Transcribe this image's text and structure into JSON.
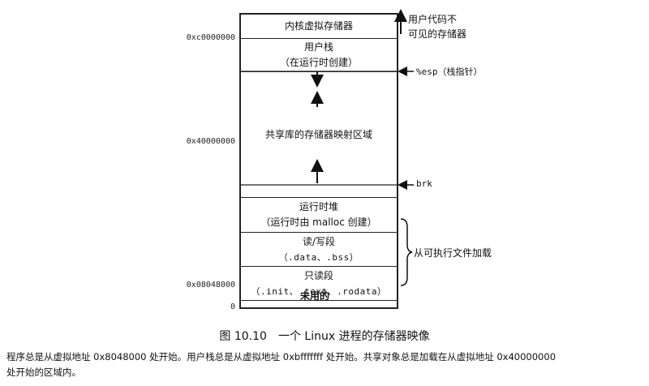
{
  "segments": {
    "kernel": "内核虚拟存储器",
    "stack_l1": "用户栈",
    "stack_l2": "（在运行时创建）",
    "shared": "共享库的存储器映射区域",
    "heap_l1": "运行时堆",
    "heap_l2": "（运行时由 malloc 创建）",
    "rw_l1": "读/写段",
    "rw_l2": "（.data、.bss）",
    "ro_l1": "只读段",
    "ro_l2": "（.init、.text、.rodata）",
    "unused": "未用的"
  },
  "addresses": {
    "kernel_base": "0xc0000000",
    "shared_base": "0x40000000",
    "program_base": "0x08048000",
    "zero": "0"
  },
  "annotations": {
    "invisible_l1": "用户代码不",
    "invisible_l2": "可见的存储器",
    "esp": "%esp（栈指针）",
    "brk": "brk",
    "loaded": "从可执行文件加载"
  },
  "caption": {
    "figure_number": "图 10.10",
    "title": "一个 Linux 进程的存储器映像"
  },
  "description": {
    "line1": "程序总是从虚拟地址 0x8048000 处开始。用户栈总是从虚拟地址 0xbfffffff 处开始。共享对象总是加载在从虚拟地址 0x40000000",
    "line2": "处开始的区域内。"
  }
}
